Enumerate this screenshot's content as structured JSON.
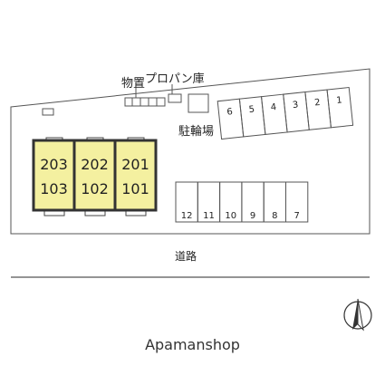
{
  "labels": {
    "storage": "物置",
    "propane": "プロパン庫",
    "bicycle": "駐輪場",
    "road": "道路"
  },
  "units": {
    "upper": [
      "203",
      "202",
      "201"
    ],
    "lower": [
      "103",
      "102",
      "101"
    ]
  },
  "parking_top": [
    "6",
    "5",
    "4",
    "3",
    "2",
    "1"
  ],
  "parking_bottom": [
    "12",
    "11",
    "10",
    "9",
    "8",
    "7"
  ],
  "brand": "Apamanshop",
  "colors": {
    "building": "#f4f0a0",
    "ink": "#333333"
  }
}
